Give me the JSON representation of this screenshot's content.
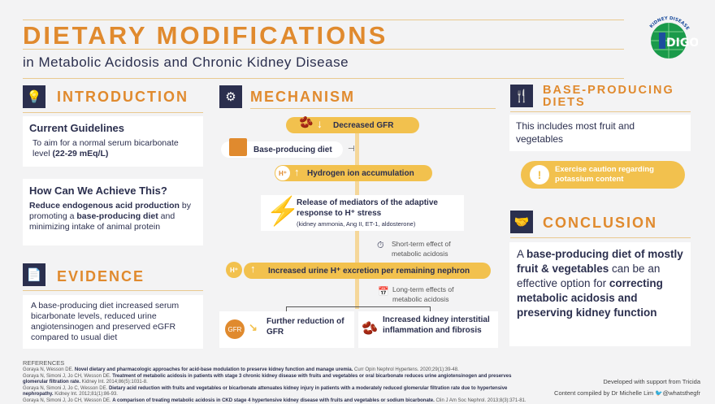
{
  "header": {
    "title": "DIETARY MODIFICATIONS",
    "subtitle": "in Metabolic Acidosis and Chronic Kidney Disease",
    "logo_text": "KDIGO KIDNEY DISEASE IMPROVING GLOBAL OUTCOMES"
  },
  "colors": {
    "accent": "#e08a2e",
    "navy": "#2b2f4e",
    "yellow": "#f2c14e",
    "background": "#f3f3f4"
  },
  "introduction": {
    "title": "INTRODUCTION",
    "icon": "lightbulb-icon",
    "guidelines": {
      "heading": "Current Guidelines",
      "text": "To aim for a normal serum bicarbonate level ",
      "bold": "(22-29 mEq/L)"
    },
    "achieve": {
      "heading": "How Can We Achieve This?",
      "bold1": "Reduce endogenous acid production",
      "text1": " by promoting a ",
      "bold2": "base-producing diet",
      "text2": " and minimizing intake of animal protein"
    }
  },
  "evidence": {
    "title": "EVIDENCE",
    "icon": "document-icon",
    "text": "A base-producing diet increased serum bicarbonate levels, reduced urine angiotensinogen and preserved eGFR compared to usual diet"
  },
  "mechanism": {
    "title": "MECHANISM",
    "icon": "gears-icon",
    "decreased_gfr": "Decreased GFR",
    "base_diet": "Base-producing diet",
    "h_badge": "H⁺",
    "hydrogen": "Hydrogen ion accumulation",
    "mediators_title": "Release of mediators of the adaptive response to H⁺ stress",
    "mediators_sub": "(kidney ammonia, Ang II, ET-1, aldosterone)",
    "short_term": "Short-term effect of metabolic acidosis",
    "urine": "Increased urine H⁺ excretion per remaining nephron",
    "long_term": "Long-term effects of metabolic acidosis",
    "gfr_badge": "GFR",
    "further": "Further reduction of GFR",
    "inflammation": "Increased kidney interstitial inflammation and fibrosis"
  },
  "base_diets": {
    "title": "BASE-PRODUCING DIETS",
    "icon": "fork-knife-icon",
    "text": "This includes most fruit and vegetables",
    "caution": "Exercise caution regarding potassium content"
  },
  "conclusion": {
    "title": "CONCLUSION",
    "icon": "handshake-icon",
    "t1": "A ",
    "b1": "base-producing diet of mostly fruit & vegetables",
    "t2": " can be an effective option for ",
    "b2": "correcting metabolic acidosis and preserving kidney function"
  },
  "references": {
    "heading": "REFERENCES",
    "items": [
      {
        "authors": "Goraya N, Wesson DE. ",
        "title": "Novel dietary and pharmacologic approaches for acid-base modulation to preserve kidney function and manage uremia.",
        "source": " Curr Opin Nephrol Hypertens. 2020;29(1):39-48."
      },
      {
        "authors": "Goraya N, Simoni J, Jo CH, Wesson DE. ",
        "title": "Treatment of metabolic acidosis in patients with stage 3 chronic kidney disease with fruits and vegetables or oral bicarbonate reduces urine angiotensinogen and preserves glomerular filtration rate.",
        "source": " Kidney Int. 2014;86(5):1031-8."
      },
      {
        "authors": "Goraya N, Simoni J, Jo C, Wesson DE. ",
        "title": "Dietary acid reduction with fruits and vegetables or bicarbonate attenuates kidney injury in patients with a moderately reduced glomerular filtration rate due to hypertensive nephropathy.",
        "source": " Kidney Int. 2012;81(1):86-93."
      },
      {
        "authors": "Goraya N, Simoni J, Jo CH, Wesson DE. ",
        "title": "A comparison of treating metabolic acidosis in CKD stage 4 hypertensive kidney disease with fruits and vegetables or sodium bicarbonate.",
        "source": " Clin J Am Soc Nephrol. 2013;8(3):371-81."
      }
    ]
  },
  "footer": {
    "support": "Developed with support from Tricida",
    "compiled": "Content compiled by Dr Michelle Lim",
    "twitter": "@whatsthegfr"
  }
}
